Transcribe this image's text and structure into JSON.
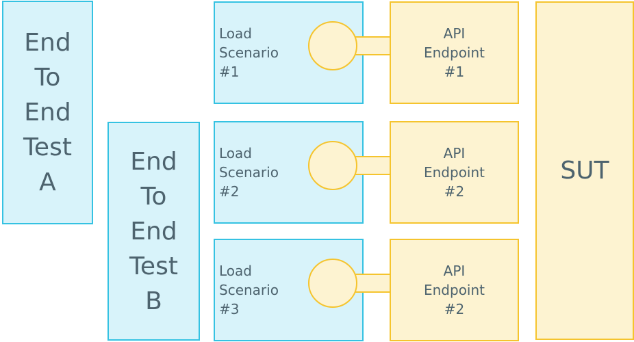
{
  "diagram": {
    "title": "Load test scenarios against SUT (lollipop interface diagram)",
    "colors": {
      "blue_fill": "#D8F3FA",
      "blue_border": "#35C2E2",
      "yellow_fill": "#FDF3D1",
      "yellow_border": "#F5C42E",
      "text_color": "#4D636E"
    },
    "nodes": {
      "end_to_end_a": {
        "label": "End\nTo\nEnd\nTest\nA"
      },
      "end_to_end_b": {
        "label": "End\nTo\nEnd\nTest\nB"
      },
      "load_scenario_1": {
        "label": "Load\nScenario\n#1"
      },
      "load_scenario_2": {
        "label": "Load\nScenario\n#2"
      },
      "load_scenario_3": {
        "label": "Load\nScenario\n#3"
      },
      "api_endpoint_1": {
        "label": "API\nEndpoint\n#1"
      },
      "api_endpoint_2": {
        "label": "API\nEndpoint\n#2"
      },
      "api_endpoint_3": {
        "label": "API\nEndpoint\n#2"
      },
      "sut": {
        "label": "SUT"
      }
    },
    "edges": [
      {
        "from": "Load Scenario #1",
        "to": "API Endpoint #1",
        "style": "lollipop-interface"
      },
      {
        "from": "Load Scenario #2",
        "to": "API Endpoint #2",
        "style": "lollipop-interface"
      },
      {
        "from": "Load Scenario #3",
        "to": "API Endpoint #2",
        "style": "lollipop-interface"
      }
    ]
  }
}
